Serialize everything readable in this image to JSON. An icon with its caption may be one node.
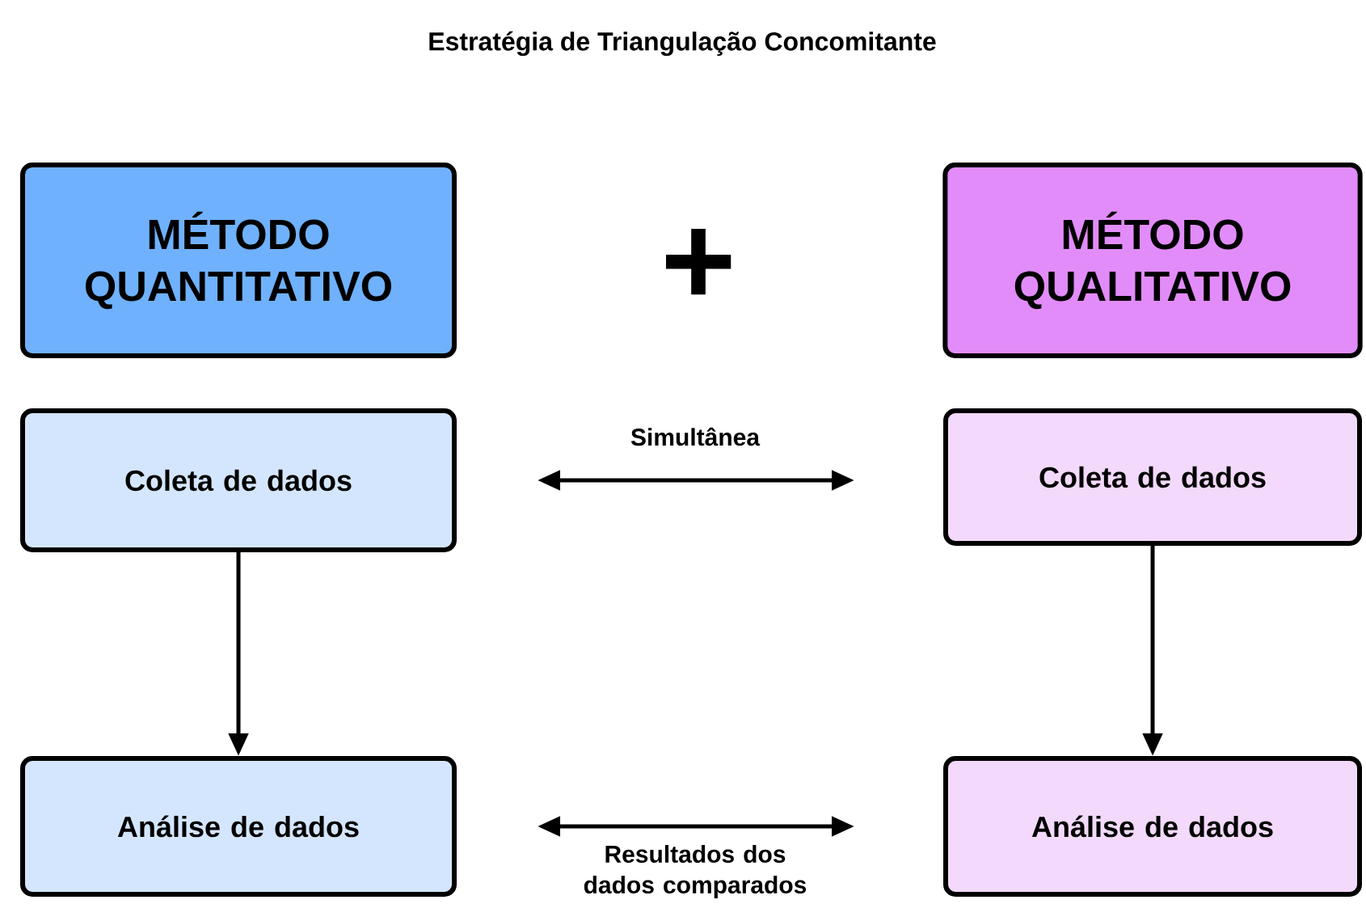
{
  "diagram": {
    "title": "Estratégia de Triangulação Concomitante",
    "nodes": [
      {
        "text": [
          "MÉTODO QUANTITATIVO"
        ]
      },
      {
        "text": [
          "MÉTODO QUALITATIVO"
        ]
      },
      {
        "text": [
          "Coleta de dados"
        ]
      },
      {
        "text": [
          "Coleta de dados"
        ]
      },
      {
        "text": [
          "Análise de dados"
        ]
      },
      {
        "text": [
          "Análise de dados"
        ]
      }
    ],
    "edges": [
      {
        "from": 2,
        "to": 3,
        "arrow": "both",
        "label": "Simultânea"
      },
      {
        "from": 2,
        "to": 4,
        "arrow": "to"
      },
      {
        "from": 3,
        "to": 5,
        "arrow": "to"
      },
      {
        "from": 4,
        "to": 5,
        "arrow": "both",
        "label": "Resultados dos dados comparados"
      }
    ],
    "labels": [
      "+"
    ]
  }
}
